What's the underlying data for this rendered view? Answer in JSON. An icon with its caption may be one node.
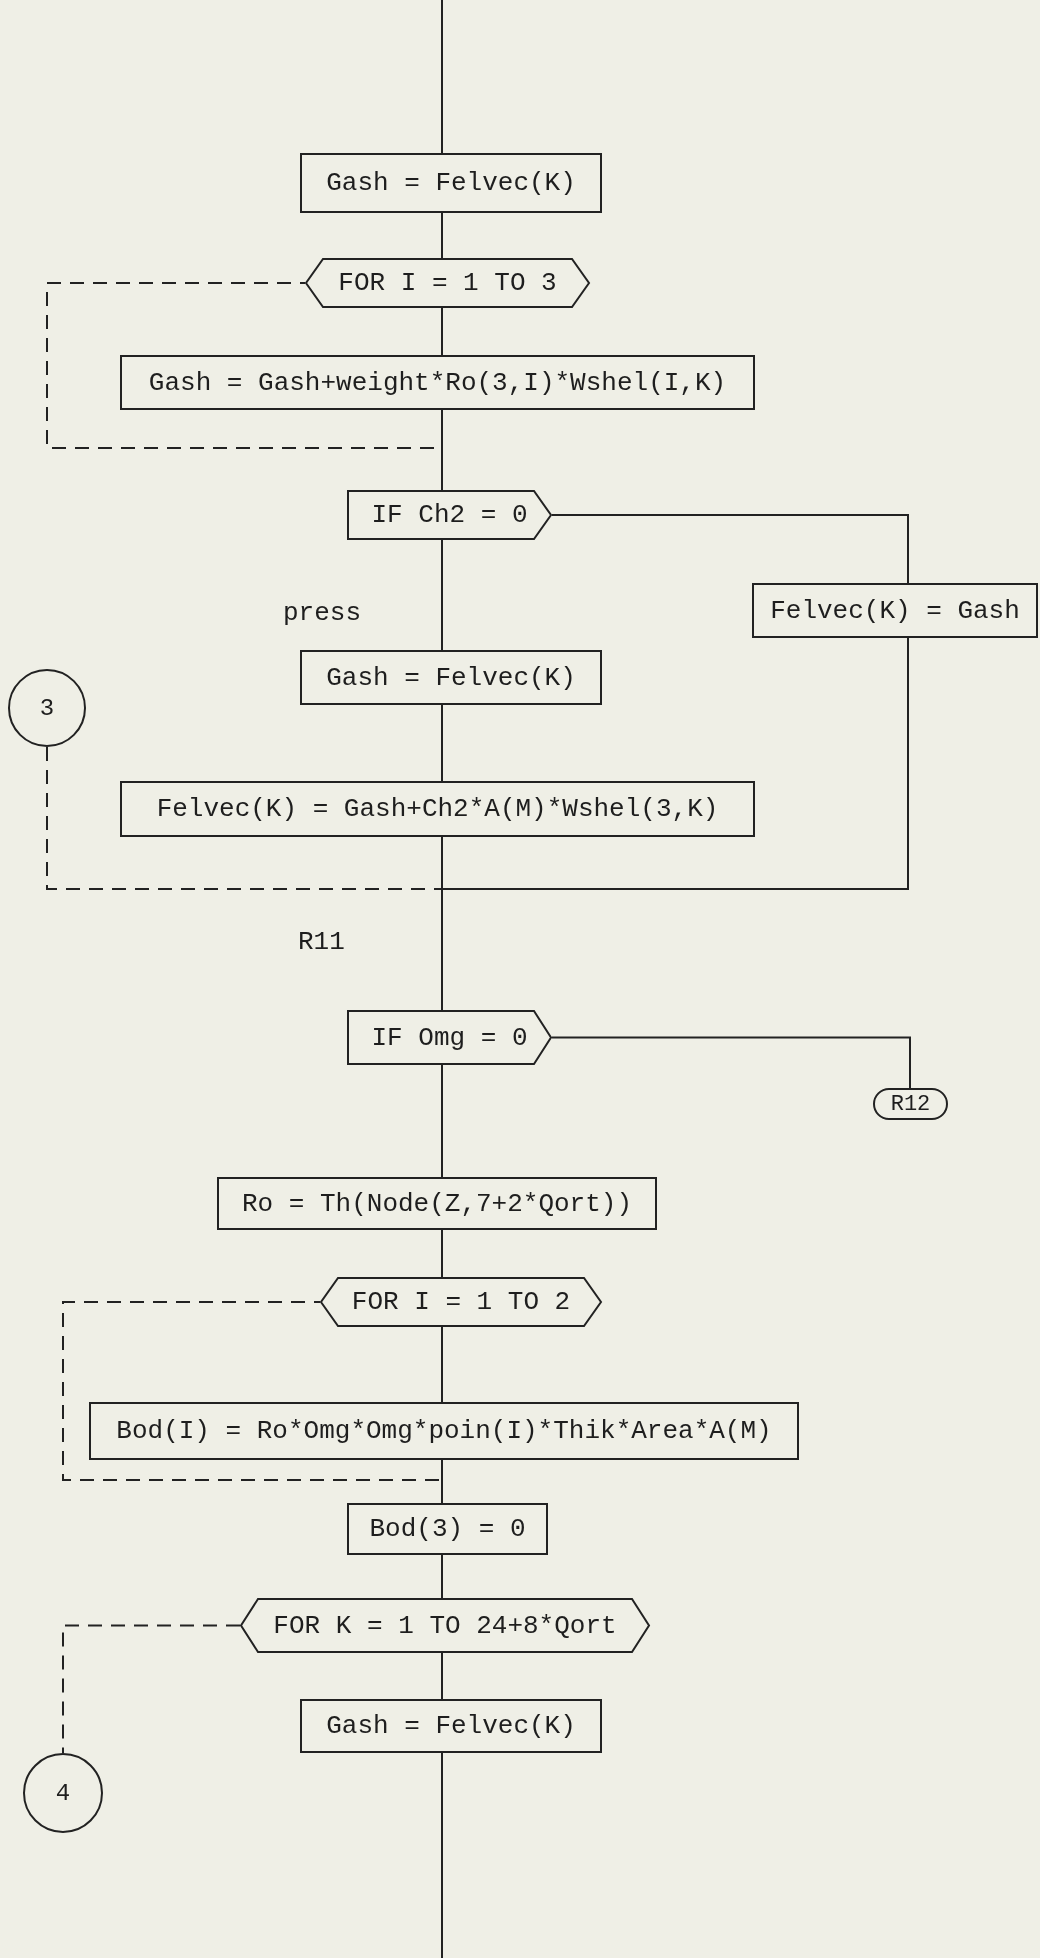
{
  "diagram": {
    "nodes": [
      {
        "text": [
          "Gash = Felvec(K)"
        ]
      },
      {
        "text": [
          "FOR I = 1 TO 3"
        ]
      },
      {
        "text": [
          "Gash = Gash+weight*Ro(3,I)*Wshel(I,K)"
        ]
      },
      {
        "text": [
          "IF Ch2 = 0"
        ]
      },
      {
        "text": [
          "Felvec(K) = Gash"
        ]
      },
      {
        "text": [
          "Gash = Felvec(K)"
        ]
      },
      {
        "text": [
          "3"
        ]
      },
      {
        "text": [
          "Felvec(K) = Gash+Ch2*A(M)*Wshel(3,K)"
        ]
      },
      {
        "text": [
          "IF Omg = 0"
        ]
      },
      {
        "text": [
          "R12"
        ]
      },
      {
        "text": [
          "Ro = Th(Node(Z,7+2*Qort))"
        ]
      },
      {
        "text": [
          "FOR I = 1 TO 2"
        ]
      },
      {
        "text": [
          "Bod(I) = Ro*Omg*Omg*poin(I)*Thik*Area*A(M)"
        ]
      },
      {
        "text": [
          "Bod(3) = 0"
        ]
      },
      {
        "text": [
          "FOR K = 1 TO 24+8*Qort"
        ]
      },
      {
        "text": [
          "Gash = Felvec(K)"
        ]
      },
      {
        "text": [
          "4"
        ]
      }
    ],
    "edges": [
      {
        "from": null,
        "to": 0,
        "arrow": "none"
      },
      {
        "from": 0,
        "to": 1,
        "arrow": "none"
      },
      {
        "from": 1,
        "to": 2,
        "arrow": "none"
      },
      {
        "from": 2,
        "to": 1,
        "arrow": "none",
        "style": "dashed"
      },
      {
        "from": 2,
        "to": 3,
        "arrow": "none"
      },
      {
        "from": 3,
        "to": 4,
        "arrow": "none"
      },
      {
        "from": 3,
        "to": 5,
        "arrow": "none"
      },
      {
        "from": 5,
        "to": 7,
        "arrow": "none"
      },
      {
        "from": 7,
        "to": 8,
        "arrow": "none"
      },
      {
        "from": 4,
        "to": 8,
        "arrow": "none"
      },
      {
        "from": 6,
        "to": 8,
        "arrow": "none",
        "style": "dashed"
      },
      {
        "from": 8,
        "to": 9,
        "arrow": "none"
      },
      {
        "from": 8,
        "to": 10,
        "arrow": "none"
      },
      {
        "from": 10,
        "to": 11,
        "arrow": "none"
      },
      {
        "from": 11,
        "to": 12,
        "arrow": "none"
      },
      {
        "from": 12,
        "to": 11,
        "arrow": "none",
        "style": "dashed"
      },
      {
        "from": 12,
        "to": 13,
        "arrow": "none"
      },
      {
        "from": 13,
        "to": 14,
        "arrow": "none"
      },
      {
        "from": 14,
        "to": 15,
        "arrow": "none"
      },
      {
        "from": 14,
        "to": 16,
        "arrow": "none",
        "style": "dashed"
      },
      {
        "from": 15,
        "to": null,
        "arrow": "none"
      }
    ],
    "labels": [
      "press",
      "R11"
    ]
  }
}
